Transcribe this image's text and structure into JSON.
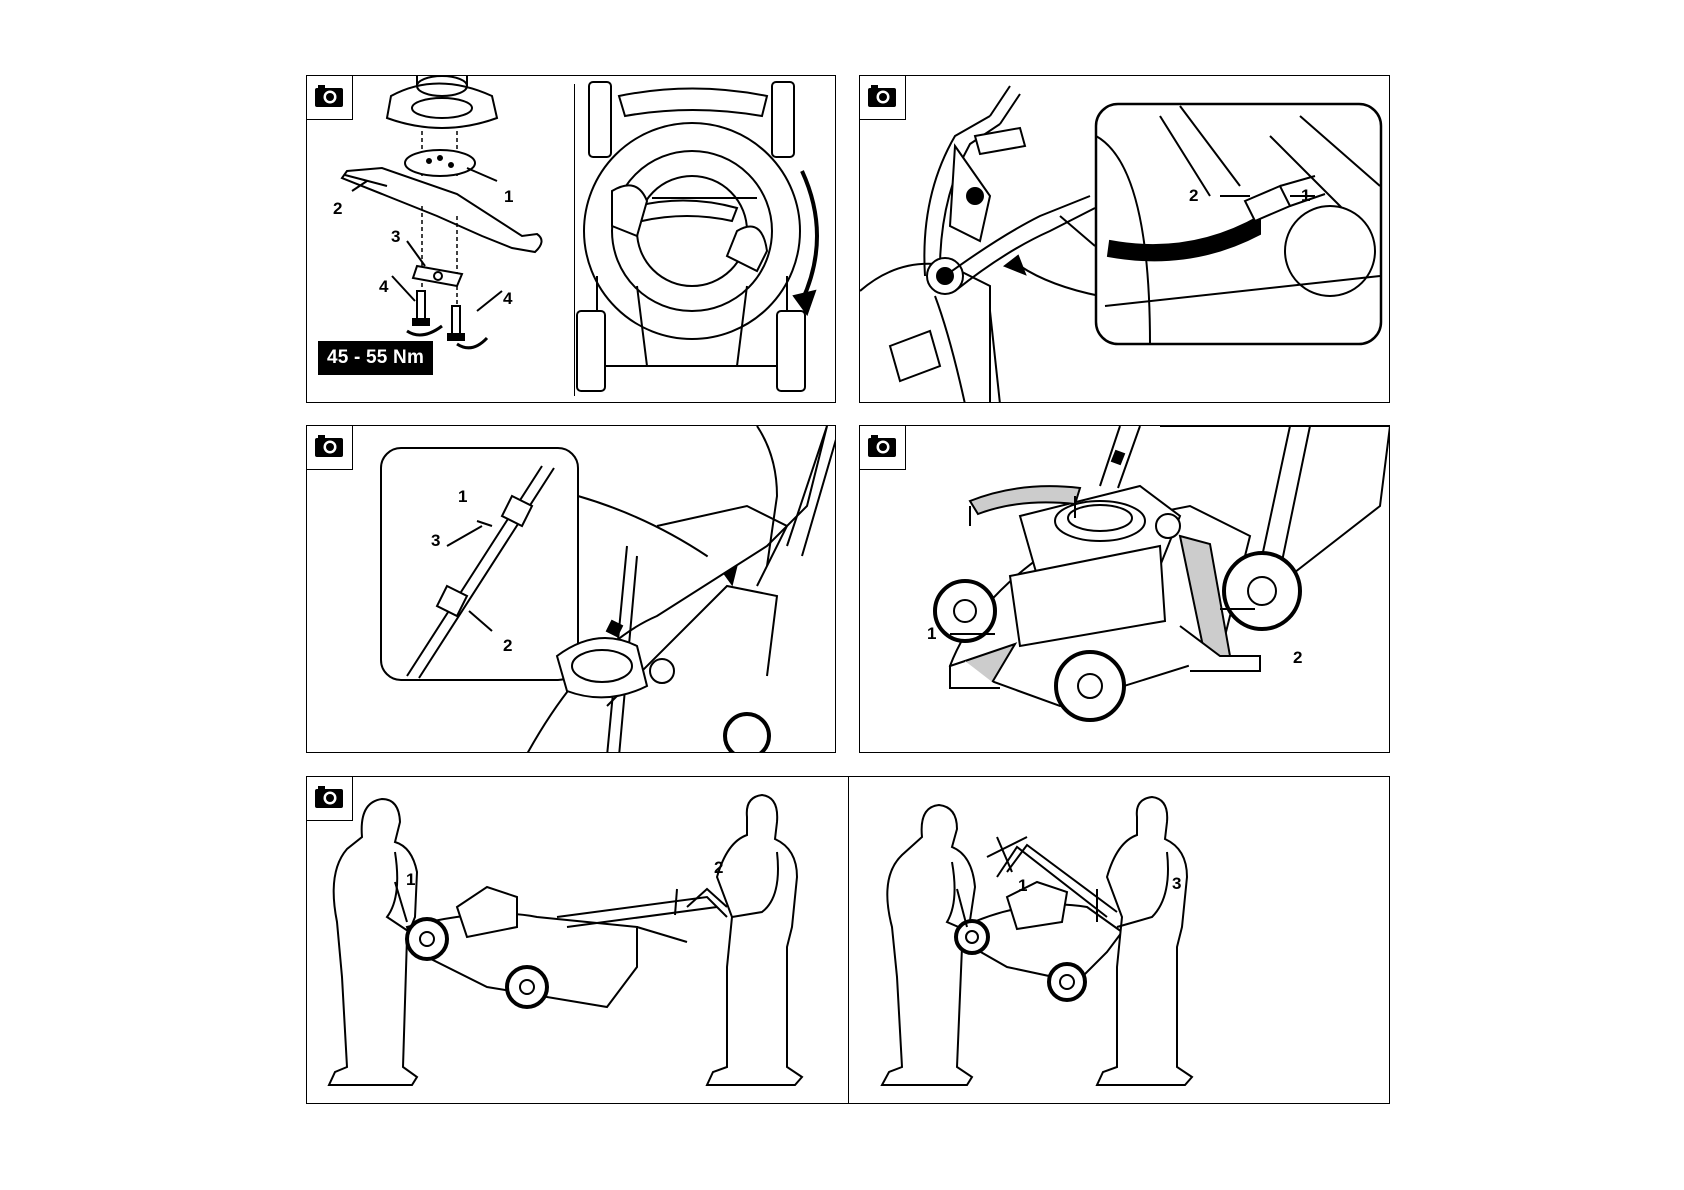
{
  "panels": {
    "blade": {
      "callouts": {
        "c1": "1",
        "c2": "2",
        "c3": "3",
        "c4a": "4",
        "c4b": "4"
      },
      "torque": "45 - 55 Nm"
    },
    "cable": {
      "callouts": {
        "c1": "1",
        "c2": "2"
      }
    },
    "handle": {
      "callouts": {
        "c1": "1",
        "c2": "2",
        "c3": "3"
      }
    },
    "lift": {
      "callouts": {
        "c1": "1",
        "c2": "2"
      }
    },
    "carry_a": {
      "callouts": {
        "c1": "1",
        "c2": "2"
      }
    },
    "carry_b": {
      "callouts": {
        "c1": "1",
        "c3": "3"
      }
    }
  },
  "icons": {
    "panel_marker": "camera-icon"
  }
}
